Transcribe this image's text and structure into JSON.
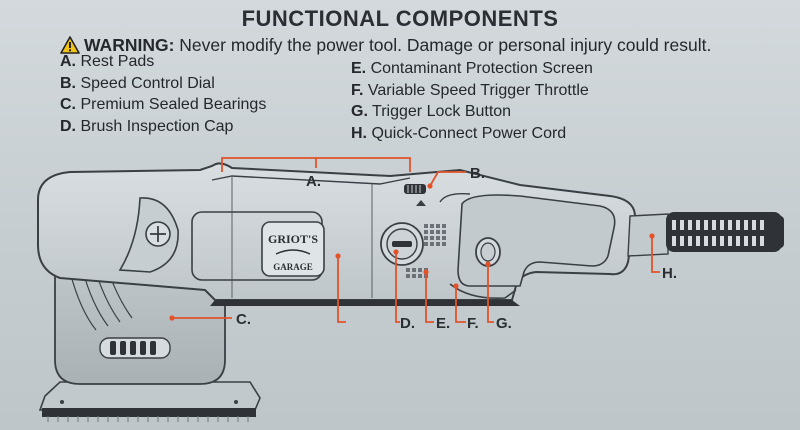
{
  "title": "FUNCTIONAL COMPONENTS",
  "warning": {
    "label": "WARNING:",
    "text": "Never modify the power tool. Damage or personal injury could result.",
    "icon": "warning-triangle-icon"
  },
  "components": [
    {
      "key": "A.",
      "label": "Rest Pads"
    },
    {
      "key": "B.",
      "label": "Speed Control Dial"
    },
    {
      "key": "C.",
      "label": "Premium Sealed Bearings"
    },
    {
      "key": "D.",
      "label": "Brush Inspection Cap"
    },
    {
      "key": "E.",
      "label": "Contaminant Protection Screen"
    },
    {
      "key": "F.",
      "label": "Variable Speed Trigger Throttle"
    },
    {
      "key": "G.",
      "label": "Trigger Lock Button"
    },
    {
      "key": "H.",
      "label": "Quick-Connect Power Cord"
    }
  ],
  "callouts": [
    "A.",
    "B.",
    "C.",
    "D.",
    "E.",
    "F.",
    "G.",
    "H."
  ],
  "logo": {
    "line1": "GRIOT'S",
    "line2": "GARAGE"
  },
  "colors": {
    "leader": "#e2532a",
    "outline": "#3a3f44",
    "warning_fill": "#f2c318"
  }
}
